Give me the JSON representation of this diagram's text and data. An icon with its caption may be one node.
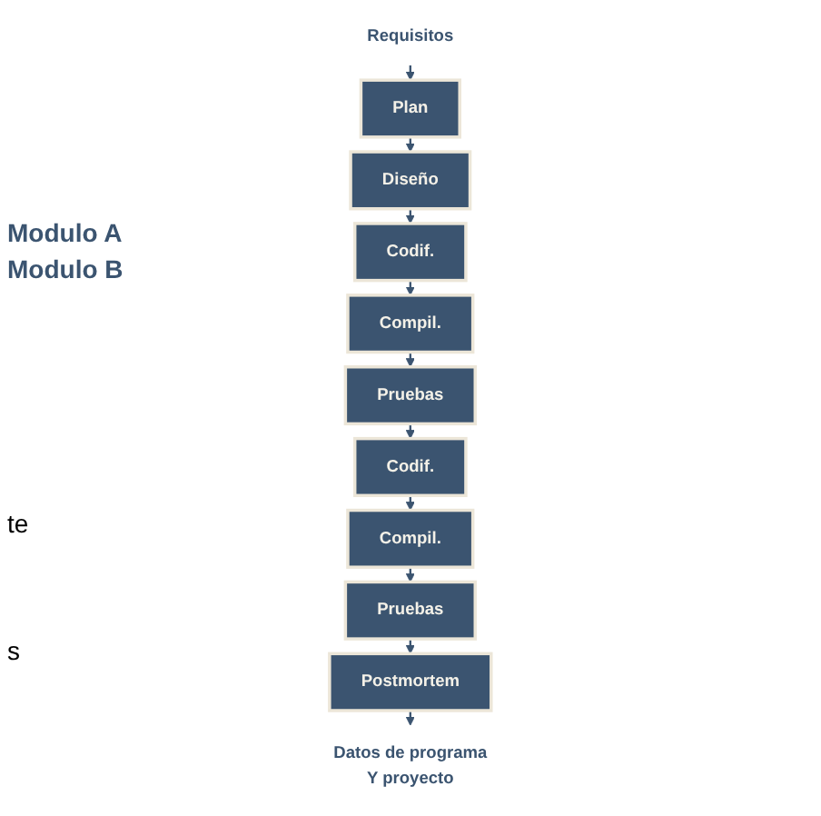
{
  "diagram": {
    "nodes": [
      {
        "text": [
          "Requisitos"
        ]
      },
      {
        "text": [
          "Plan"
        ]
      },
      {
        "text": [
          "Diseño"
        ]
      },
      {
        "text": [
          "Codif."
        ]
      },
      {
        "text": [
          "Compil."
        ]
      },
      {
        "text": [
          "Pruebas"
        ]
      },
      {
        "text": [
          "Codif."
        ]
      },
      {
        "text": [
          "Compil."
        ]
      },
      {
        "text": [
          "Pruebas"
        ]
      },
      {
        "text": [
          "Postmortem"
        ]
      },
      {
        "text": [
          "Datos de programa",
          "Y proyecto"
        ]
      }
    ],
    "edges": [
      {
        "from": 0,
        "to": 1,
        "arrow": "to"
      },
      {
        "from": 1,
        "to": 2,
        "arrow": "to"
      },
      {
        "from": 2,
        "to": 3,
        "arrow": "to"
      },
      {
        "from": 3,
        "to": 4,
        "arrow": "to"
      },
      {
        "from": 4,
        "to": 5,
        "arrow": "to"
      },
      {
        "from": 5,
        "to": 6,
        "arrow": "to"
      },
      {
        "from": 6,
        "to": 7,
        "arrow": "to"
      },
      {
        "from": 7,
        "to": 8,
        "arrow": "to"
      },
      {
        "from": 8,
        "to": 9,
        "arrow": "to"
      },
      {
        "from": 9,
        "to": 10,
        "arrow": "to"
      }
    ],
    "labels": [
      "Modulo A",
      "Modulo B",
      "te",
      "s"
    ]
  }
}
